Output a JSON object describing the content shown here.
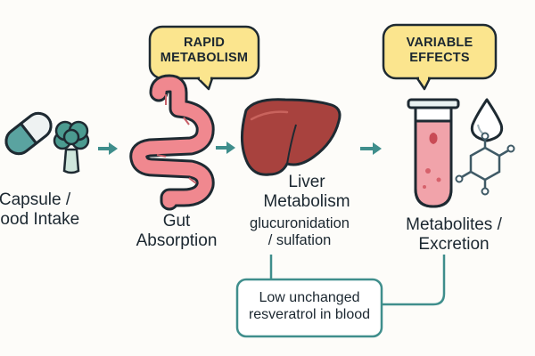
{
  "callouts": {
    "gut": [
      "RAPID",
      "METABOLISM"
    ],
    "excretion": [
      "VARIABLE",
      "EFFECTS"
    ]
  },
  "steps": [
    {
      "id": "intake",
      "lines": [
        "Capsule /",
        "Food Intake"
      ]
    },
    {
      "id": "gut",
      "lines": [
        "Gut",
        "Absorption"
      ]
    },
    {
      "id": "liver",
      "lines": [
        "Liver",
        "Metabolism"
      ],
      "sublines": [
        "glucuronidation",
        "/ sulfation"
      ]
    },
    {
      "id": "excretion",
      "lines": [
        "Metabolites /",
        "Excretion"
      ]
    }
  ],
  "note": {
    "lines": [
      "Low unchanged",
      "resveratrol in blood"
    ]
  },
  "icons": {
    "intake": [
      "capsule-icon",
      "broccoli-icon"
    ],
    "gut": "intestine-icon",
    "liver": "liver-icon",
    "excretion": [
      "test-tube-icon",
      "droplet-icon",
      "molecule-icon"
    ]
  },
  "colors": {
    "teal": "#3f8e8c",
    "callout_fill": "#fbe58e",
    "gut_pink": "#f0888f",
    "liver_red": "#a8423e",
    "tube_pink": "#f1a3aa"
  }
}
